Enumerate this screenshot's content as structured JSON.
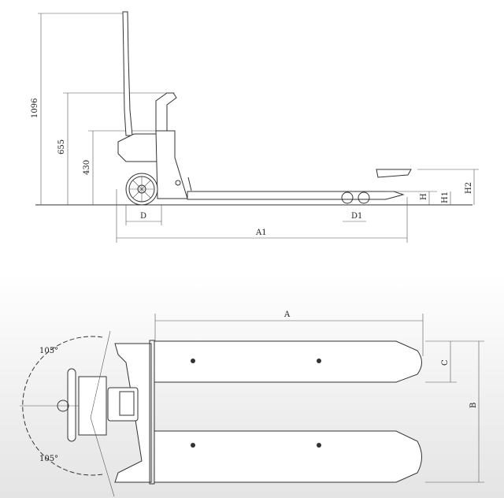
{
  "side_view": {
    "dimensions": {
      "overall_height": "1096",
      "handle_head_height": "655",
      "chassis_height": "430",
      "wheel_dia": "D",
      "roller_dia": "D1",
      "overall_length": "A1",
      "fork_height": "H",
      "fork_lowered": "H1",
      "fork_raised": "H2"
    }
  },
  "top_view": {
    "dimensions": {
      "fork_length": "A",
      "fork_width": "C",
      "overall_width": "B",
      "steer_angle_top": "105°",
      "steer_angle_bottom": "105°"
    }
  },
  "colors": {
    "line": "#333333",
    "background": "#ffffff"
  }
}
